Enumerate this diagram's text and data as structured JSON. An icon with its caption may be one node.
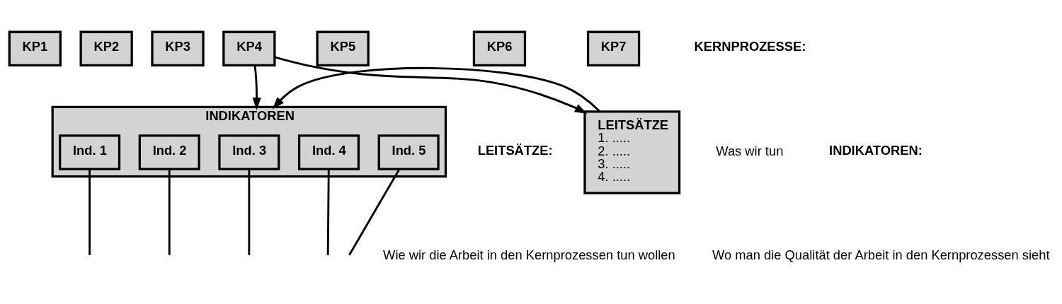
{
  "diagram": {
    "nodes": [
      {
        "text": [
          "KP1"
        ]
      },
      {
        "text": [
          "KP2"
        ]
      },
      {
        "text": [
          "KP3"
        ]
      },
      {
        "text": [
          "KP4"
        ]
      },
      {
        "text": [
          "KP5"
        ]
      },
      {
        "text": [
          "KP6"
        ]
      },
      {
        "text": [
          "KP7"
        ]
      },
      {
        "text": [
          "LEITSÄTZE",
          "1. .....",
          "2. .....",
          "3. .....",
          "4. ....."
        ]
      },
      {
        "text": [
          "INDIKATOREN"
        ]
      },
      {
        "text": [
          "Ind. 1"
        ],
        "in": 8
      },
      {
        "text": [
          "Ind. 2"
        ],
        "in": 8
      },
      {
        "text": [
          "Ind. 3"
        ],
        "in": 8
      },
      {
        "text": [
          "Ind. 4"
        ],
        "in": 8
      },
      {
        "text": [
          "Ind. 5"
        ],
        "in": 8
      }
    ],
    "edges": [
      {
        "from": 3,
        "to": 7,
        "arrow": "to"
      },
      {
        "from": 3,
        "to": 8,
        "arrow": "to"
      },
      {
        "from": 7,
        "to": 8,
        "arrow": "to"
      },
      {
        "from": 9,
        "to": null,
        "arrow": "none"
      },
      {
        "from": 10,
        "to": null,
        "arrow": "none"
      },
      {
        "from": 11,
        "to": null,
        "arrow": "none"
      },
      {
        "from": 12,
        "to": null,
        "arrow": "none"
      },
      {
        "from": 13,
        "to": null,
        "arrow": "none"
      }
    ],
    "labels": [
      "KERNPROZESSE:",
      "Was wir tun",
      "LEITSÄTZE:",
      "Wie wir die Arbeit in den Kernprozessen tun wollen",
      "INDIKATOREN:",
      "Wo man die Qualität der Arbeit in den Kernprozessen sieht"
    ]
  }
}
